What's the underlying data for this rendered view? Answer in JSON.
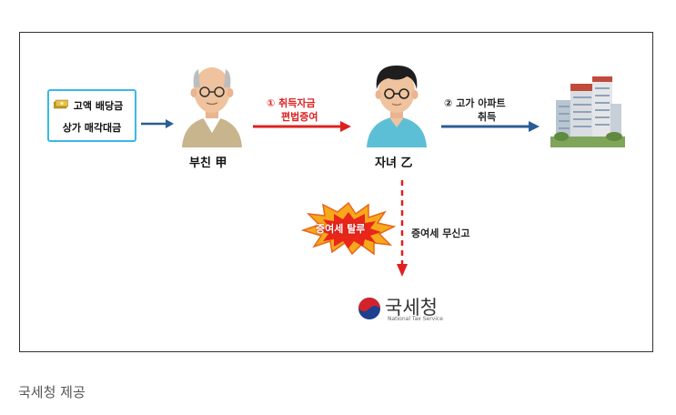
{
  "source": {
    "line1": "고액 배당금",
    "line2": "상가 매각대금",
    "icon": "money-bills-icon"
  },
  "father": {
    "name": "부친 甲",
    "icon": "elderly-man-icon"
  },
  "child": {
    "name": "자녀 乙",
    "icon": "young-man-icon"
  },
  "arrow1": {
    "line1": "① 취득자금",
    "line2": "편법증여",
    "color": "#e02020"
  },
  "arrow2": {
    "line1": "② 고가 아파트",
    "line2": "취득",
    "color": "#2b5c94"
  },
  "arrow3": {
    "label": "증여세 무신고",
    "color": "#e02020"
  },
  "burst": {
    "label": "증여세 탈루",
    "icon": "explosion-burst-icon"
  },
  "building": {
    "icon": "apartment-building-icon"
  },
  "nts": {
    "name": "국세청",
    "subtitle": "National Tax Service",
    "icon": "nts-emblem-icon"
  },
  "caption": "국세청 제공",
  "colors": {
    "blue_arrow": "#2b5c94",
    "red_arrow": "#e02020",
    "box_border": "#3cb7e8"
  }
}
